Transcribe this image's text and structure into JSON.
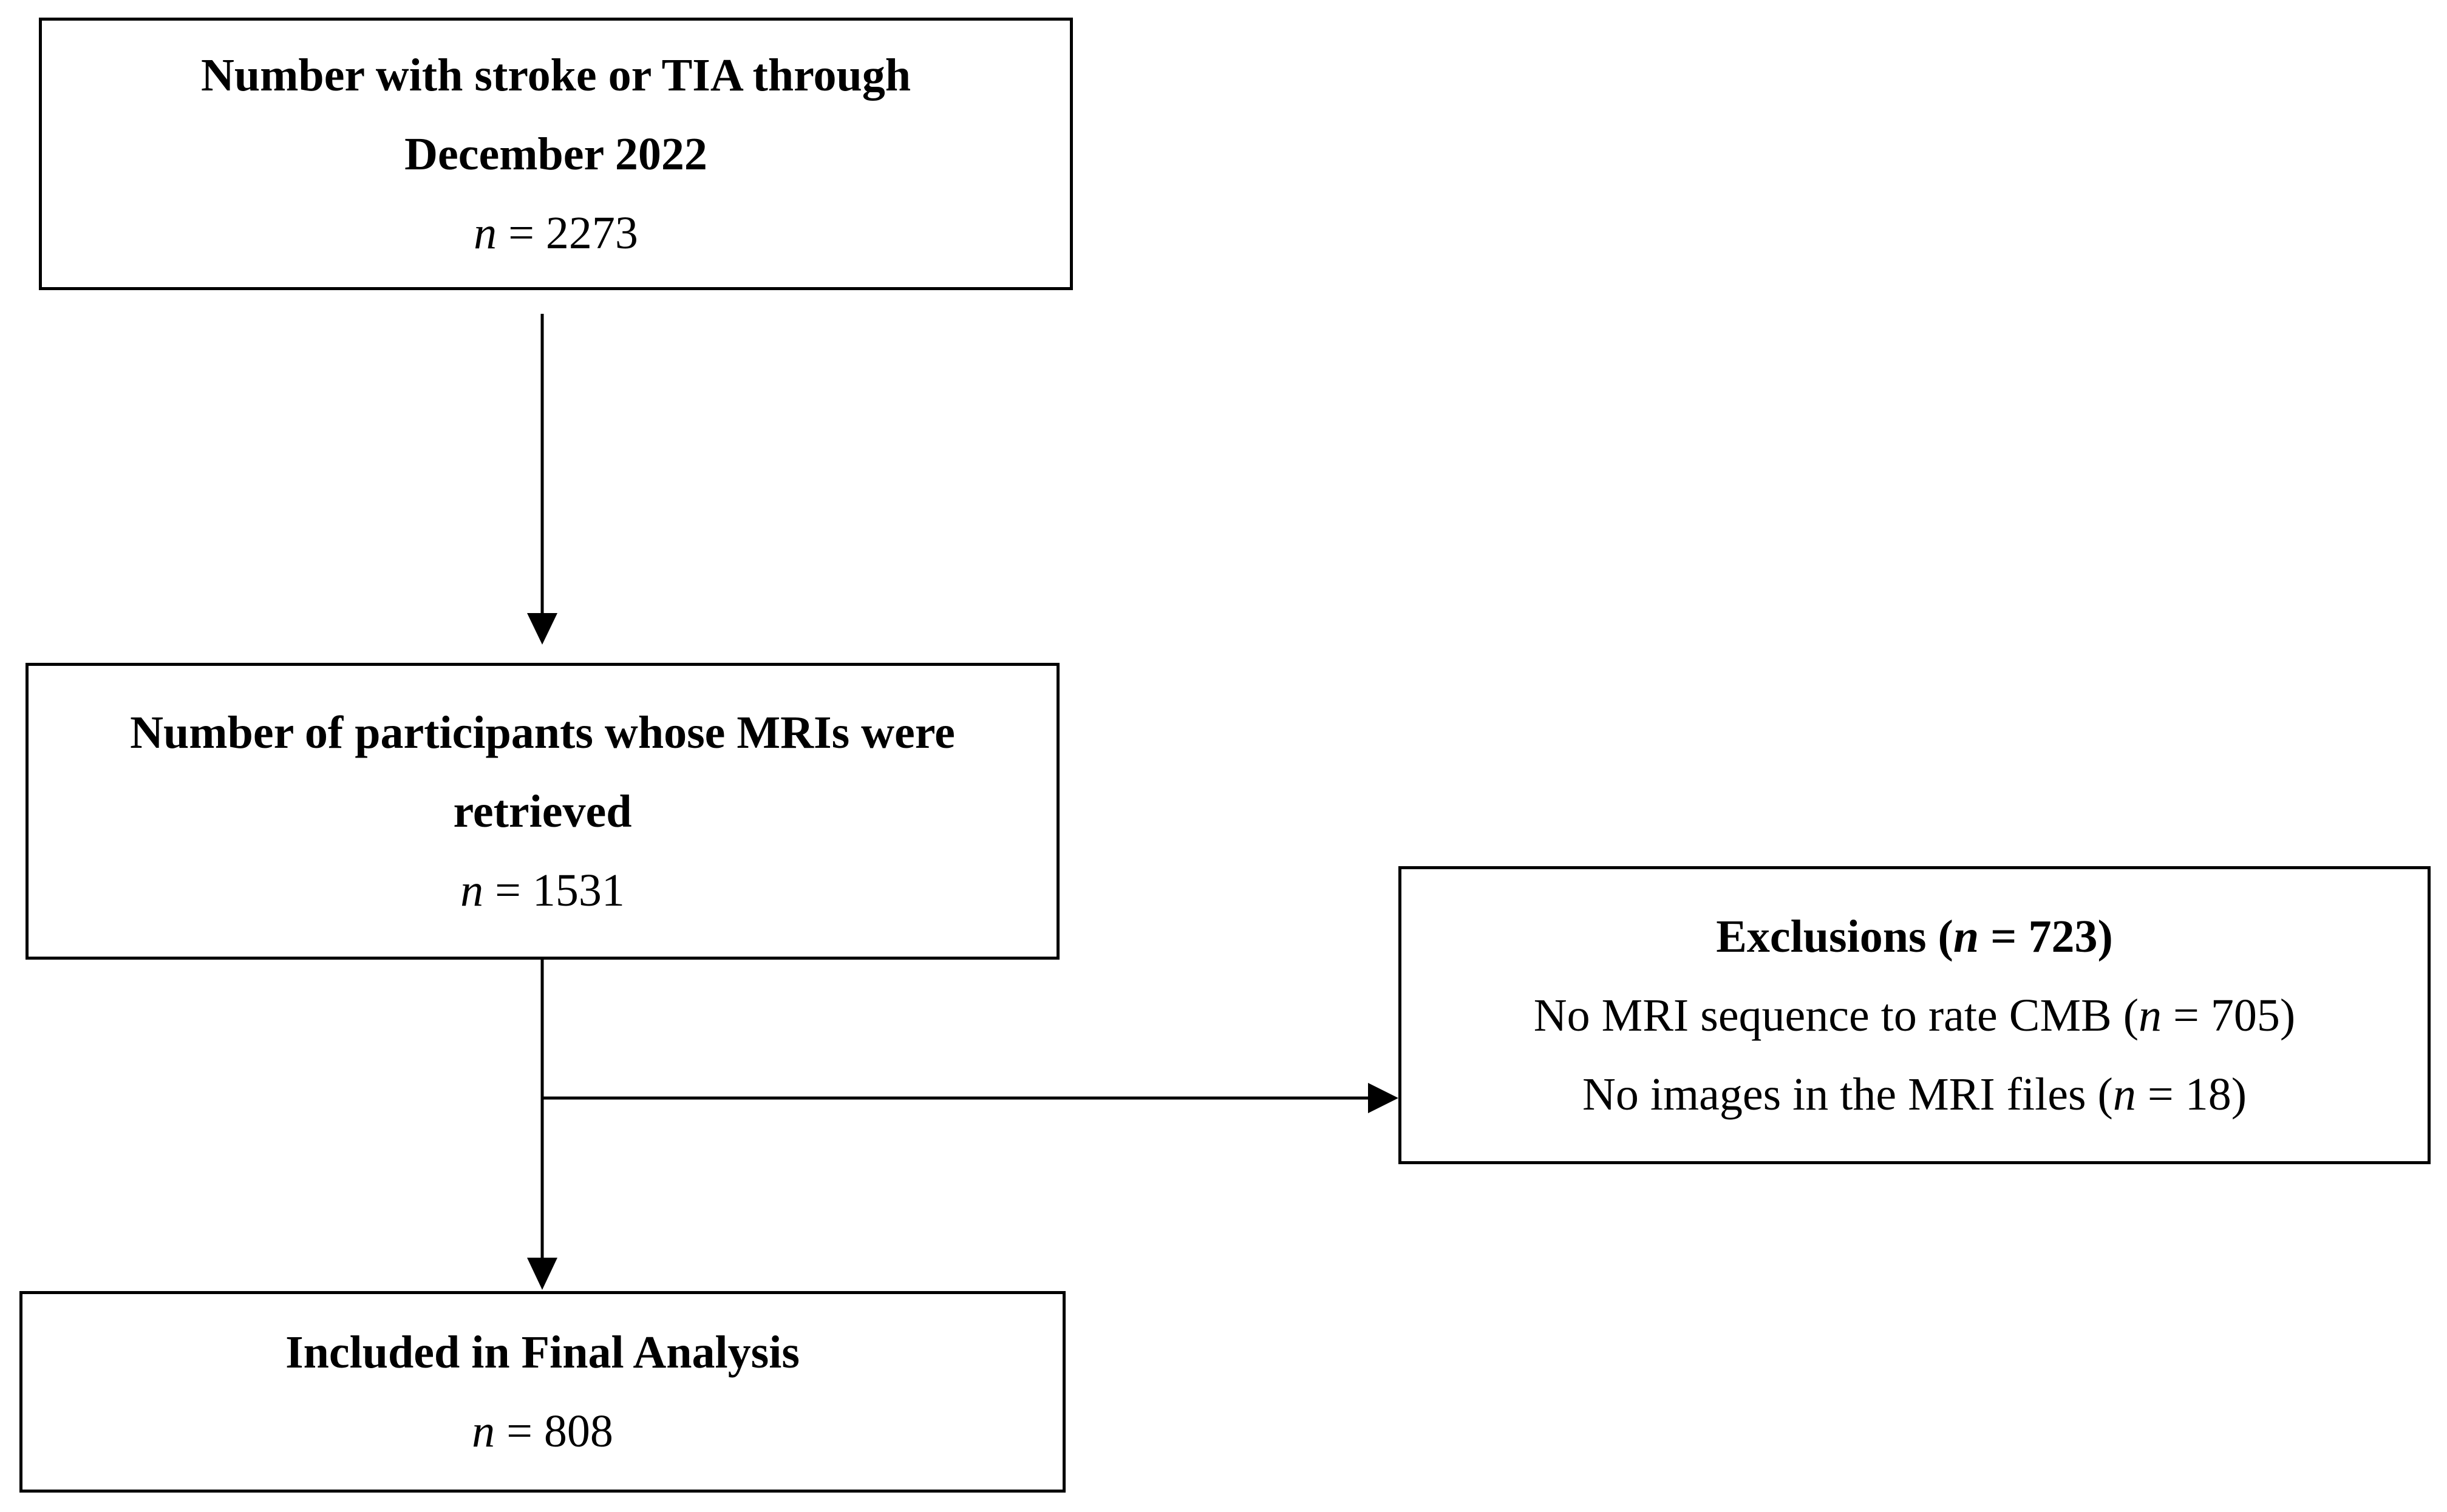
{
  "flowchart": {
    "stroke_box": {
      "title_line1": "Number with stroke or TIA through",
      "title_line2": "December 2022",
      "n_symbol": "n",
      "n_value": " = 2273"
    },
    "mri_box": {
      "title_line1": "Number of participants whose MRIs were",
      "title_line2": "retrieved",
      "n_symbol": "n",
      "n_value": " = 1531"
    },
    "exclusions_box": {
      "title_prefix": "Exclusions (",
      "n_symbol": "n",
      "title_suffix": " = 723)",
      "reason1_text": "No MRI sequence to rate CMB (",
      "reason1_n_symbol": "n",
      "reason1_value": " = 705)",
      "reason2_text": "No images in the MRI files (",
      "reason2_n_symbol": "n",
      "reason2_value": " = 18)"
    },
    "final_box": {
      "title": "Included in Final Analysis",
      "n_symbol": "n",
      "n_value": " = 808"
    }
  }
}
